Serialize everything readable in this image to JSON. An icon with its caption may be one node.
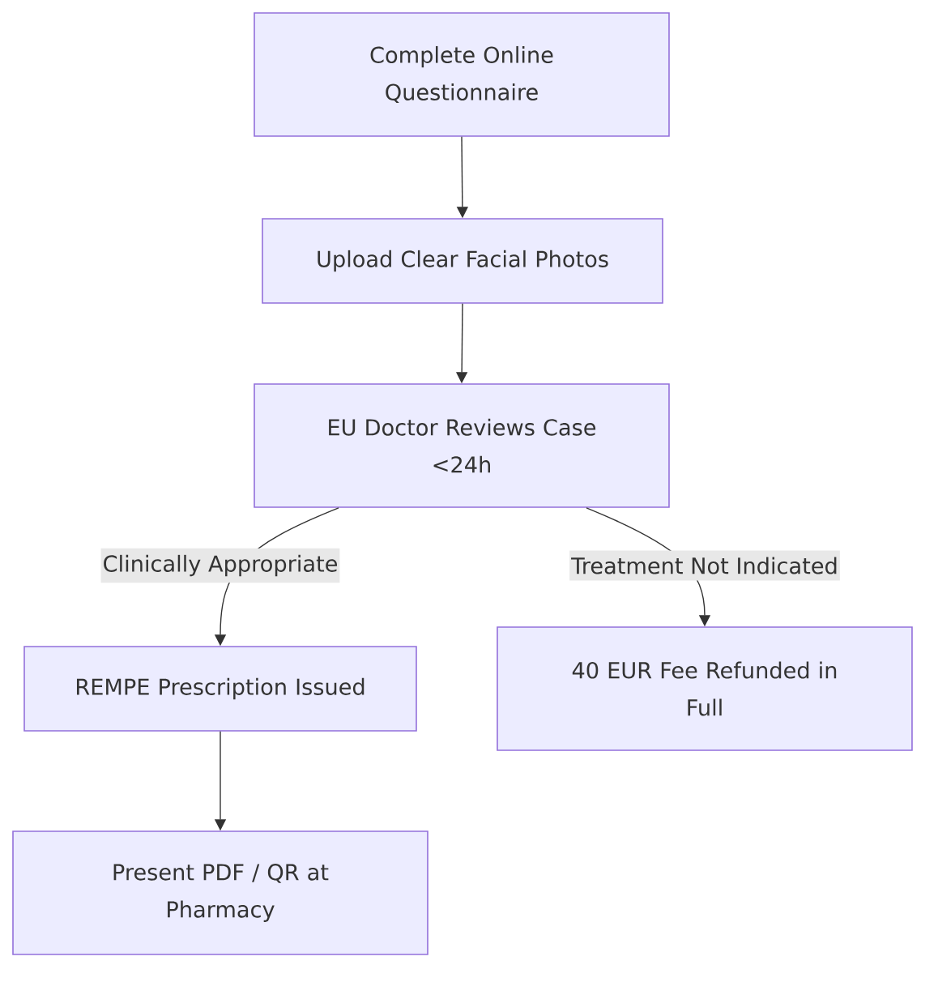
{
  "diagram": {
    "nodes": [
      {
        "text": [
          "Complete Online Questionnaire"
        ]
      },
      {
        "text": [
          "Upload Clear Facial Photos"
        ]
      },
      {
        "text": [
          "EU Doctor Reviews Case <24h"
        ]
      },
      {
        "text": [
          "REMPE Prescription Issued"
        ]
      },
      {
        "text": [
          "40 EUR Fee Refunded in Full"
        ]
      },
      {
        "text": [
          "Present PDF / QR at Pharmacy"
        ]
      }
    ],
    "edges": [
      {
        "from": 0,
        "to": 1,
        "arrow": "to"
      },
      {
        "from": 1,
        "to": 2,
        "arrow": "to"
      },
      {
        "from": 2,
        "to": 3,
        "arrow": "to",
        "label": "Clinically Appropriate"
      },
      {
        "from": 2,
        "to": 4,
        "arrow": "to",
        "label": "Treatment Not Indicated"
      },
      {
        "from": 3,
        "to": 5,
        "arrow": "to"
      }
    ]
  }
}
